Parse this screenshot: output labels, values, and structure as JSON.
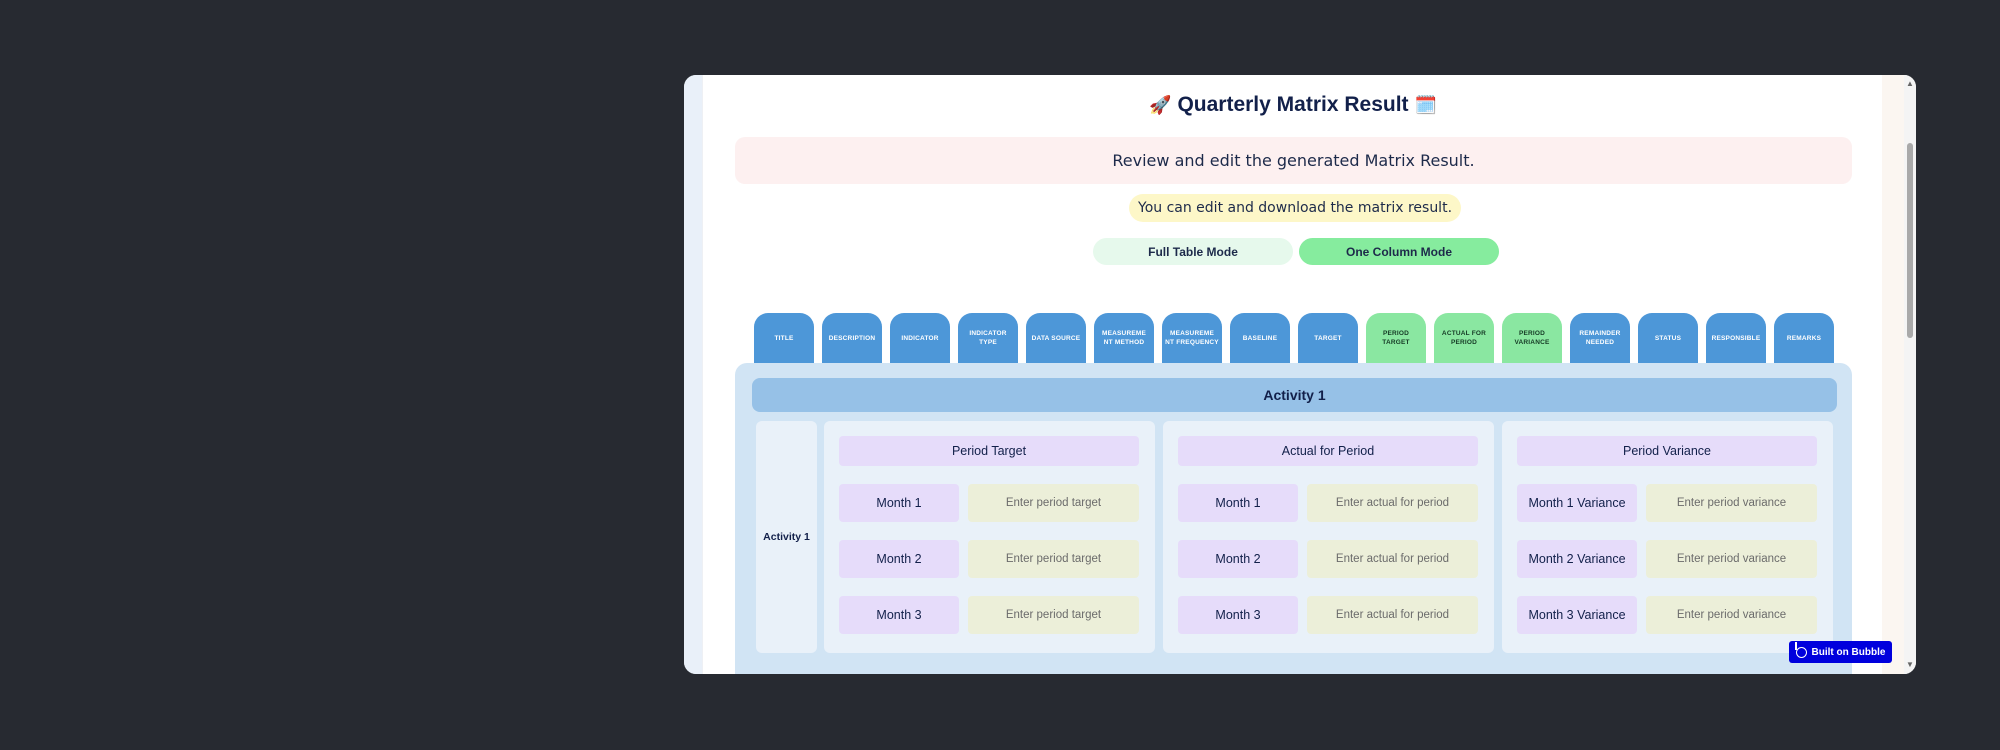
{
  "header": {
    "title": "Quarterly Matrix Result",
    "emoji_left": "🚀",
    "emoji_right": "🗓️"
  },
  "review_text": "Review and edit the generated Matrix  Result.",
  "note_text": "You can edit and download the matrix result.",
  "modes": {
    "full": "Full Table Mode",
    "one": "One Column Mode"
  },
  "column_tabs": [
    {
      "label": "TITLE",
      "color": "#4d97d8"
    },
    {
      "label": "DESCRIPTION",
      "color": "#4d97d8"
    },
    {
      "label": "INDICATOR",
      "color": "#4d97d8"
    },
    {
      "label": "INDICATOR TYPE",
      "color": "#4d97d8"
    },
    {
      "label": "DATA SOURCE",
      "color": "#4d97d8"
    },
    {
      "label": "MEASUREME NT METHOD",
      "color": "#4d97d8"
    },
    {
      "label": "MEASUREME NT FREQUENCY",
      "color": "#4d97d8"
    },
    {
      "label": "BASELINE",
      "color": "#4d97d8"
    },
    {
      "label": "TARGET",
      "color": "#4d97d8"
    },
    {
      "label": "PERIOD TARGET",
      "color": "#8ae7a1"
    },
    {
      "label": "ACTUAL FOR PERIOD",
      "color": "#8ae7a1"
    },
    {
      "label": "PERIOD VARIANCE",
      "color": "#8ae7a1"
    },
    {
      "label": "REMAINDER NEEDED",
      "color": "#4d97d8"
    },
    {
      "label": "STATUS",
      "color": "#4d97d8"
    },
    {
      "label": "RESPONSIBLE",
      "color": "#4d97d8"
    },
    {
      "label": "REMARKS",
      "color": "#4d97d8"
    }
  ],
  "activity": {
    "header": "Activity 1",
    "row_label": "Activity 1",
    "panels": [
      {
        "title": "Period Target",
        "rows": [
          {
            "label": "Month 1",
            "placeholder": "Enter period target"
          },
          {
            "label": "Month 2",
            "placeholder": "Enter period target"
          },
          {
            "label": "Month 3",
            "placeholder": "Enter period target"
          }
        ]
      },
      {
        "title": "Actual for Period",
        "rows": [
          {
            "label": "Month 1",
            "placeholder": "Enter actual for period"
          },
          {
            "label": "Month 2",
            "placeholder": "Enter actual for period"
          },
          {
            "label": "Month 3",
            "placeholder": "Enter actual for period"
          }
        ]
      },
      {
        "title": "Period Variance",
        "rows": [
          {
            "label": "Month 1 Variance",
            "placeholder": "Enter period variance"
          },
          {
            "label": "Month 2 Variance",
            "placeholder": "Enter period variance"
          },
          {
            "label": "Month 3 Variance",
            "placeholder": "Enter period variance"
          }
        ]
      }
    ]
  },
  "badge": "Built on Bubble"
}
